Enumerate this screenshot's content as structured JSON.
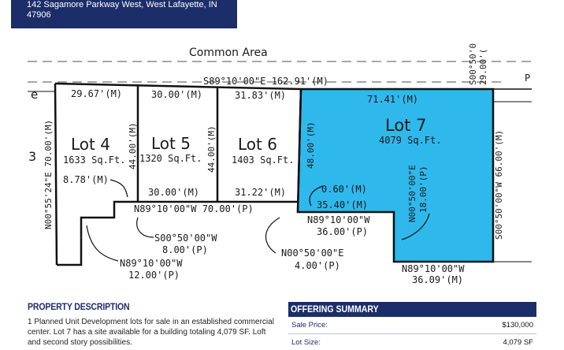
{
  "header": {
    "address_line1": "142 Sagamore Parkway West, West Lafayette, IN",
    "address_line2": "47906"
  },
  "plat": {
    "common_area": "Common Area",
    "top_bearing": "S89°10'00\"E 162.91'(M)",
    "right_top_vertical": "S00°50'0",
    "right_top_vertical2": "29.00'(",
    "p_label": "P",
    "lots": [
      {
        "name": "Lot 4",
        "area": "1633 Sq.Ft.",
        "top": "29.67'(M)"
      },
      {
        "name": "Lot 5",
        "area": "1320 Sq.Ft.",
        "top": "30.00'(M)",
        "bottom": "30.00'(M)"
      },
      {
        "name": "Lot 6",
        "area": "1403 Sq.Ft.",
        "top": "31.83'(M)",
        "bottom": "31.22'(M)"
      },
      {
        "name": "Lot 7",
        "area": "4079 Sq.Ft.",
        "top": "71.41'(M)"
      }
    ],
    "left_edge_e": "e",
    "left_edge_3": "3",
    "left_vertical": "N00°55'24\"E 70.00'(M)",
    "lot4_right_vertical": "44.00'(M)",
    "lot5_right_vertical": "44.00'(M)",
    "lot6_right_vertical": "48.00'(M)",
    "lot7_right_vertical": "S00°50'00\"W 66.00'(M)",
    "lot7_inner_vertical1": "N00°50'00\"E",
    "lot7_inner_vertical2": "18.00'(P)",
    "lot4_bottom_small": "8.78'(M)",
    "bearing_70": "N89°10'00\"W 70.00'(P)",
    "small_060": "0.60'(M)",
    "small_3540": "35.40'(M)",
    "bearing_36_1": "N89°10'00\"W",
    "bearing_36_2": "36.00'(P)",
    "s00_8_1": "S00°50'00\"W",
    "s00_8_2": "8.00'(P)",
    "n89_12_1": "N89°10'00\"W",
    "n89_12_2": "12.00'(P)",
    "n00_4_1": "N00°50'00\"E",
    "n00_4_2": "4.00'(P)",
    "n89_3609_1": "N89°10'00\"W",
    "n89_3609_2": "36.09'(M)",
    "highlight_color": "#2fb8ec"
  },
  "property": {
    "title": "PROPERTY DESCRIPTION",
    "text": "1 Planned Unit Development lots for sale in an established commercial center. Lot 7 has a site available for a building totaling 4,079 SF. Loft and second story possibilities."
  },
  "offering": {
    "title": "OFFERING SUMMARY",
    "rows": [
      {
        "label": "Sale Price:",
        "value": "$130,000"
      },
      {
        "label": "Lot Size:",
        "value": "4,079 SF"
      }
    ]
  }
}
